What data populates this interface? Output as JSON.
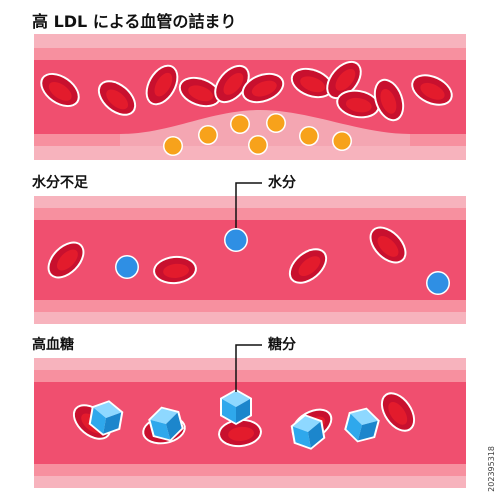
{
  "panels": [
    {
      "title": "高 LDL による血管の詰まり"
    },
    {
      "title": "水分不足",
      "callout": "水分"
    },
    {
      "title": "高血糖",
      "callout": "糖分"
    }
  ],
  "stock_id": "202395318",
  "colors": {
    "vessel_outer": "#f7b3bd",
    "vessel_wall": "#f7909f",
    "vessel_lumen": "#f04f6f",
    "red_cell": "#c8102e",
    "red_cell_core": "#e31b2c",
    "plaque": "#f4a6b2",
    "cholesterol": "#f7a21b",
    "water_drop": "#2f8fe4",
    "sugar_cube": "#2fa8ec"
  }
}
